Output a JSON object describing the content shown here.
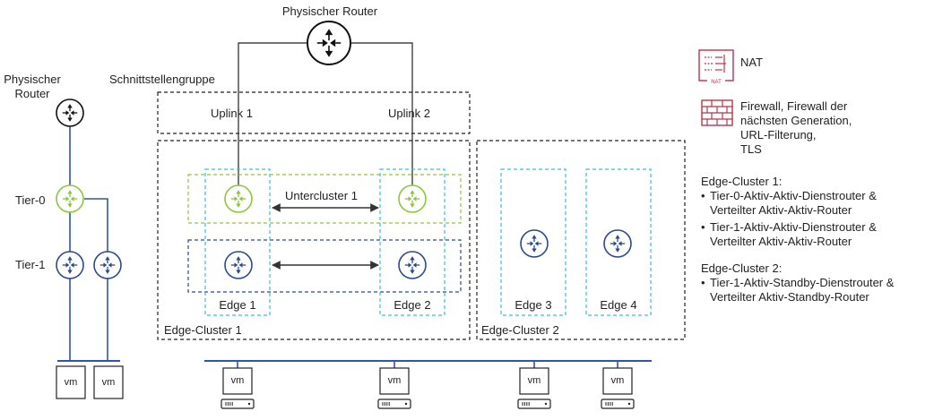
{
  "physical_router_top": "Physischer Router",
  "physical_router_left": "Physischer\nRouter",
  "interface_group": "Schnittstellengruppe",
  "uplink1": "Uplink 1",
  "uplink2": "Uplink 2",
  "tier0": "Tier-0",
  "tier1": "Tier-1",
  "intercluster": "Untercluster 1",
  "edges": [
    "Edge 1",
    "Edge 2",
    "Edge 3",
    "Edge 4"
  ],
  "edge_cluster1": "Edge-Cluster 1",
  "edge_cluster2": "Edge-Cluster 2",
  "vm": "vm",
  "legend": {
    "nat_label": "NAT",
    "nat_icon_text": "NAT",
    "firewall_label": "Firewall, Firewall der\nnächsten Generation,\nURL-Filterung,\nTLS",
    "ec1_title": "Edge-Cluster 1:",
    "ec1_items": [
      "Tier-0-Aktiv-Aktiv-Dienstrouter &\nVerteilter Aktiv-Aktiv-Router",
      "Tier-1-Aktiv-Aktiv-Dienstrouter &\nVerteilter Aktiv-Aktiv-Router"
    ],
    "ec2_title": "Edge-Cluster 2:",
    "ec2_items": [
      "Tier-1-Aktiv-Standby-Dienstrouter &\nVerteilter Aktiv-Standby-Router"
    ]
  },
  "colors": {
    "tier0": "#8cc63f",
    "tier1": "#2a4a8c",
    "edge": "#3bbfd6",
    "nat": "#b5364a",
    "line": "#2f54a8",
    "border": "#222222"
  }
}
